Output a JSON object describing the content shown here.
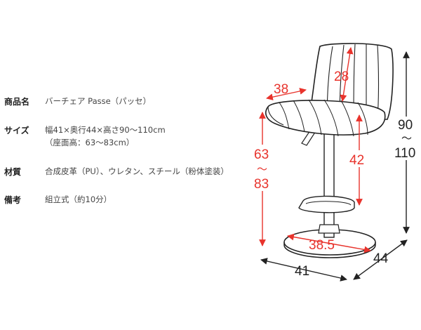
{
  "specs": [
    {
      "label": "商品名",
      "lines": [
        "バーチェア Passe（パッセ）"
      ]
    },
    {
      "label": "サイズ",
      "lines": [
        "幅41×奥行44×高さ90〜110cm",
        "（座面高：63〜83cm）"
      ]
    },
    {
      "label": "材質",
      "lines": [
        "合成皮革（PU）、ウレタン、スチール（粉体塗装）"
      ]
    },
    {
      "label": "備考",
      "lines": [
        "組立式（約10分）"
      ]
    }
  ],
  "dimensions": {
    "backrest": "28",
    "seat_depth": "38",
    "seat_height_min": "63",
    "seat_height_tilde": "〜",
    "seat_height_max": "83",
    "base_to_seat": "42",
    "base_diameter": "38.5",
    "total_height_min": "90",
    "total_height_tilde": "〜",
    "total_height_max": "110",
    "width": "41",
    "depth": "44"
  },
  "colors": {
    "accent": "#e8332c",
    "line": "#222222"
  }
}
